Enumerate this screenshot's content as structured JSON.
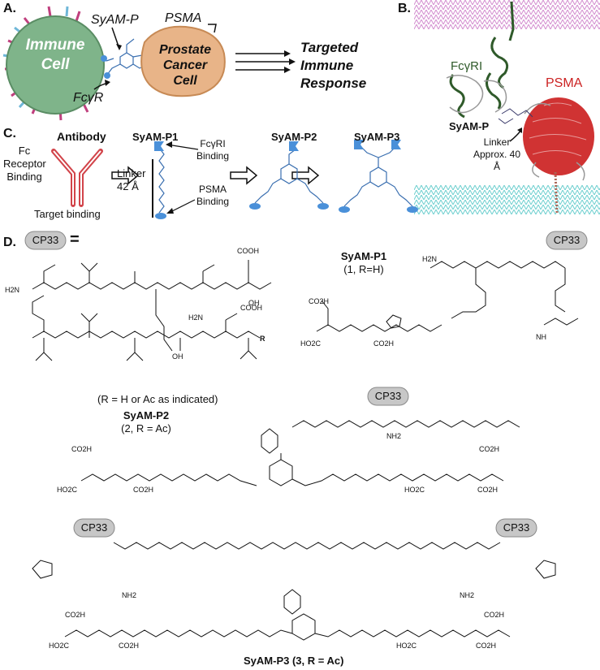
{
  "panelA": {
    "letter": "A.",
    "immune_cell": "Immune Cell",
    "syam_p": "SyAM-P",
    "psma": "PSMA",
    "prostate_cell": "Prostate Cancer Cell",
    "fcgr": "FcγR",
    "targeted_response": "Targeted Immune Response",
    "colors": {
      "immune": "#7fb48a",
      "prostate": "#e8b488",
      "receptor": "#c0407e"
    }
  },
  "panelB": {
    "letter": "B.",
    "fcgri": "FcγRI",
    "psma": "PSMA",
    "syam_p": "SyAM-P",
    "linker": "Linker Approx. 40 Å",
    "colors": {
      "membrane_top": "#d38ed0",
      "membrane_bottom": "#6fd0d0",
      "fcgri": "#2f5a2a",
      "psma": "#cc2222"
    }
  },
  "panelC": {
    "letter": "C.",
    "antibody": "Antibody",
    "fc_receptor": "Fc Receptor Binding",
    "target_binding": "Target binding",
    "syam_p1": "SyAM-P1",
    "fcgri_binding": "FcγRI Binding",
    "linker": "Linker 42 Å",
    "psma_binding": "PSMA Binding",
    "syam_p2": "SyAM-P2",
    "syam_p3": "SyAM-P3",
    "colors": {
      "antibody": "#d2444a",
      "ligand": "#4a90d9"
    }
  },
  "panelD": {
    "letter": "D.",
    "cp33": "CP33",
    "equals": "=",
    "r_note": "(R = H or Ac as indicated)",
    "syam_p1_name": "SyAM-P1",
    "syam_p1_sub": "(1, R=H)",
    "syam_p2_name": "SyAM-P2",
    "syam_p2_sub": "(2, R = Ac)",
    "syam_p3_name": "SyAM-P3 (3, R = Ac)",
    "labels": {
      "cooh": "COOH",
      "co2h": "CO2H",
      "ho2c": "HO2C",
      "h2n": "H2N",
      "nh2": "NH2",
      "oh": "OH",
      "nh": "NH",
      "r": "R"
    }
  }
}
